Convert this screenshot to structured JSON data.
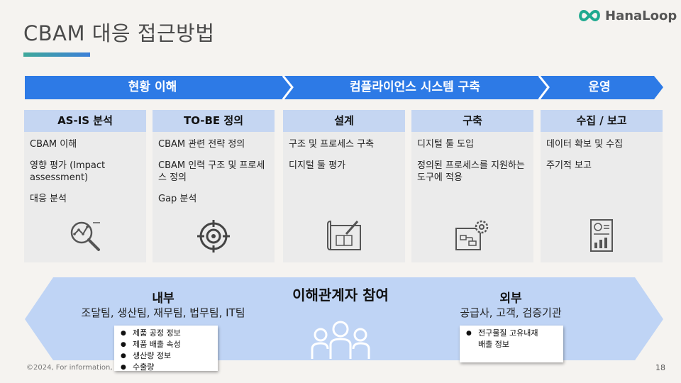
{
  "title": "CBAM 대응 접근방법",
  "logo": {
    "text": "HanaLoop"
  },
  "colors": {
    "phase_blue": "#2d7ae6",
    "card_head": "#c5d6f2",
    "card_bg": "#ebebeb",
    "banner": "#bfd4f5"
  },
  "phases": [
    {
      "label": "현황 이해"
    },
    {
      "label": "컴플라이언스 시스템 구축"
    },
    {
      "label": "운영"
    }
  ],
  "cards": [
    {
      "header": "AS-IS 분석",
      "items": [
        "CBAM 이해",
        "영향 평가 (Impact assessment)",
        "대응 분석"
      ],
      "icon": "magnifier-chart-icon"
    },
    {
      "header": "TO-BE 정의",
      "items": [
        "CBAM 관련 전략 정의",
        "CBAM 인력 구조 및 프로세스 정의",
        "Gap 분석"
      ],
      "icon": "target-icon"
    },
    {
      "header": "설계",
      "items": [
        "구조 및 프로세스 구축",
        "디지털 툴 평가"
      ],
      "icon": "blueprint-icon"
    },
    {
      "header": "구축",
      "items": [
        "디지털 툴 도입",
        "정의된 프로세스를 지원하는 도구에 적용"
      ],
      "icon": "gear-blueprint-icon"
    },
    {
      "header": "수집 / 보고",
      "items": [
        "데이터 확보 및 수집",
        "주기적 보고"
      ],
      "icon": "report-icon"
    }
  ],
  "stakeholder": {
    "title": "이해관계자 참여",
    "internal": {
      "title": "내부",
      "teams": "조달팀, 생산팀, 재무팀, 법무팀, IT팀",
      "notes": [
        "제품 공정 정보",
        "제품 배출 속성",
        "생산량 정보",
        "수출량"
      ]
    },
    "external": {
      "title": "외부",
      "teams": "공급사, 고객, 검증기관",
      "notes": [
        "전구물질 고유내재 배출 정보"
      ]
    },
    "icon": "people-group-icon"
  },
  "footer": {
    "copyright": "©2024, For information,",
    "page": "18"
  }
}
